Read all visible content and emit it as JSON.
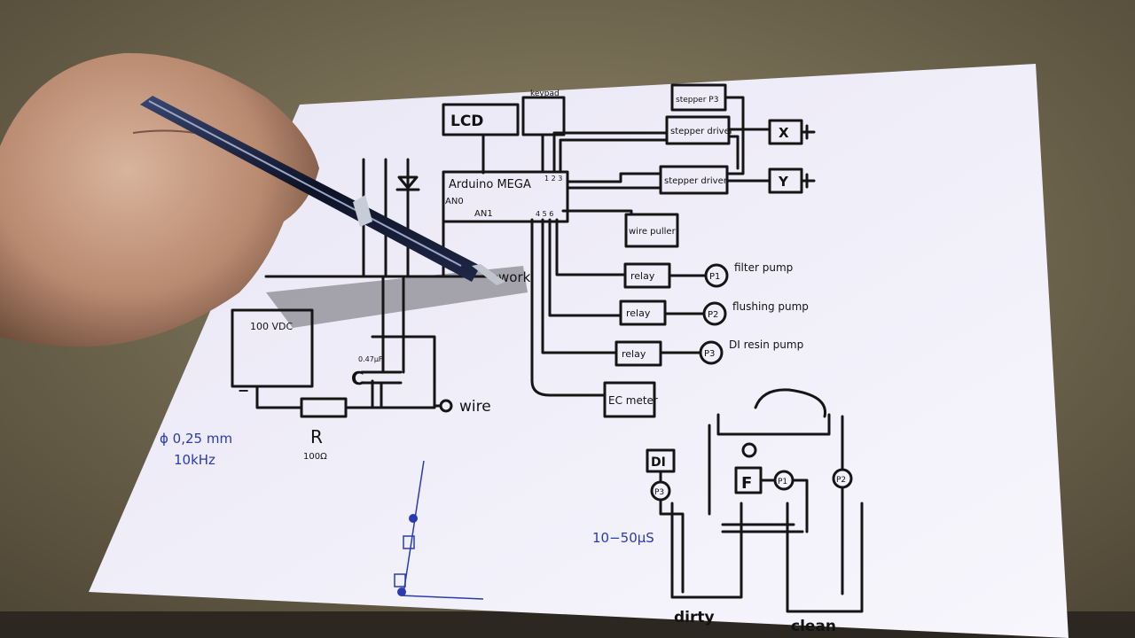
{
  "labels": {
    "lcd": "LCD",
    "keypad": "keypad",
    "arduino": "Arduino MEGA",
    "ano": "AN0",
    "an1": "AN1",
    "pin_nums": "1 2 3",
    "port_nums": "4 5 6",
    "stepper_p3": "stepper P3",
    "stepper_driver_1": "stepper driver",
    "stepper_driver_2": "stepper driver",
    "axis_x": "X",
    "axis_y": "Y",
    "wire_puller": "wire puller",
    "relay_1": "relay",
    "relay_2": "relay",
    "relay_3": "relay",
    "p1": "P1",
    "p2": "P2",
    "p3": "P3",
    "filter_pump": "filter pump",
    "flushing_pump": "flushing pump",
    "di_resin_pump": "DI resin pump",
    "ec_meter": "EC meter",
    "work": "work",
    "psu": "100 VDC",
    "minus": "−",
    "cap_value": "0.47µF",
    "cap": "C",
    "resistor": "R",
    "resistor_value": "100Ω",
    "wire": "wire",
    "wire_dia": "ϕ 0,25 mm",
    "freq": "10kHz",
    "pulse": "10−50µS",
    "di": "DI",
    "tank_p3": "P3",
    "filter": "F",
    "tank_p1": "P1",
    "tank_p2": "P2",
    "dirty": "dirty",
    "clean": "clean"
  }
}
